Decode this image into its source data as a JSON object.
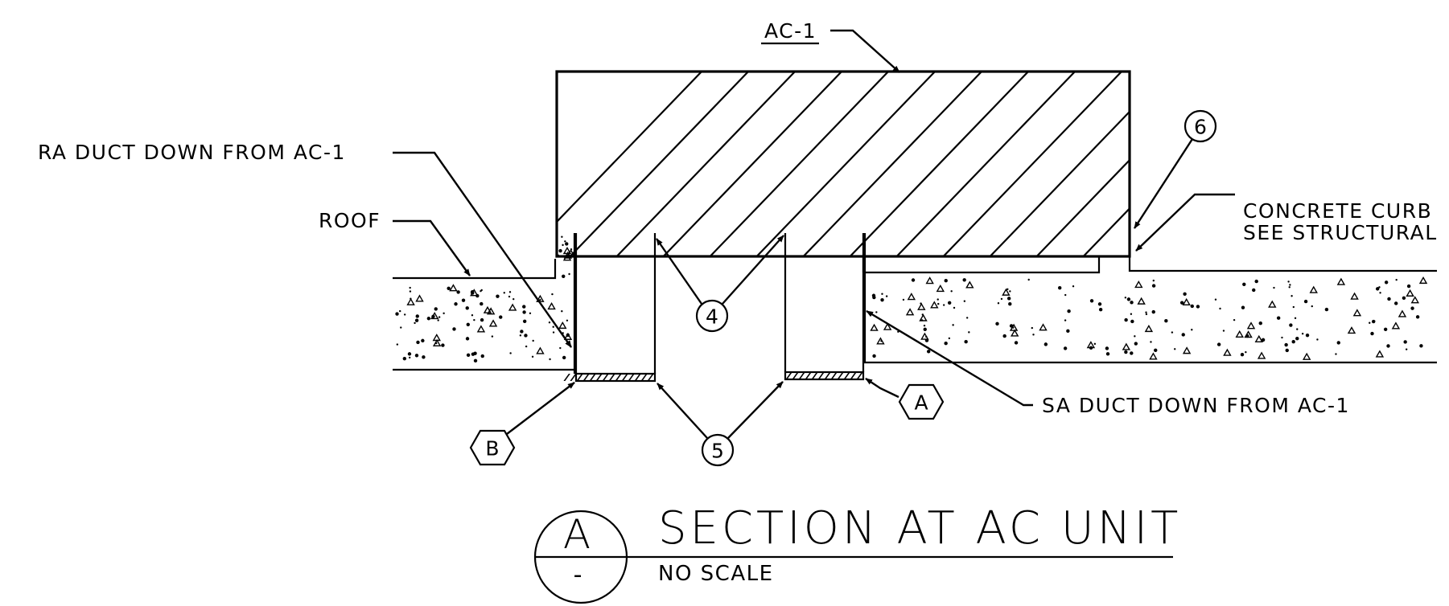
{
  "labels": {
    "ac1": "AC-1",
    "ra_duct": "RA DUCT DOWN FROM AC-1",
    "roof": "ROOF",
    "curb_line1": "CONCRETE CURB",
    "curb_line2": "SEE STRUCTURAL",
    "sa_duct": "SA DUCT DOWN FROM AC-1"
  },
  "keynotes": {
    "n4": "4",
    "n5": "5",
    "n6": "6"
  },
  "tags": {
    "a": "A",
    "b": "B"
  },
  "title_block": {
    "section_letter": "A",
    "section_sheet": "-",
    "title": "SECTION AT AC UNIT",
    "scale": "NO SCALE"
  }
}
